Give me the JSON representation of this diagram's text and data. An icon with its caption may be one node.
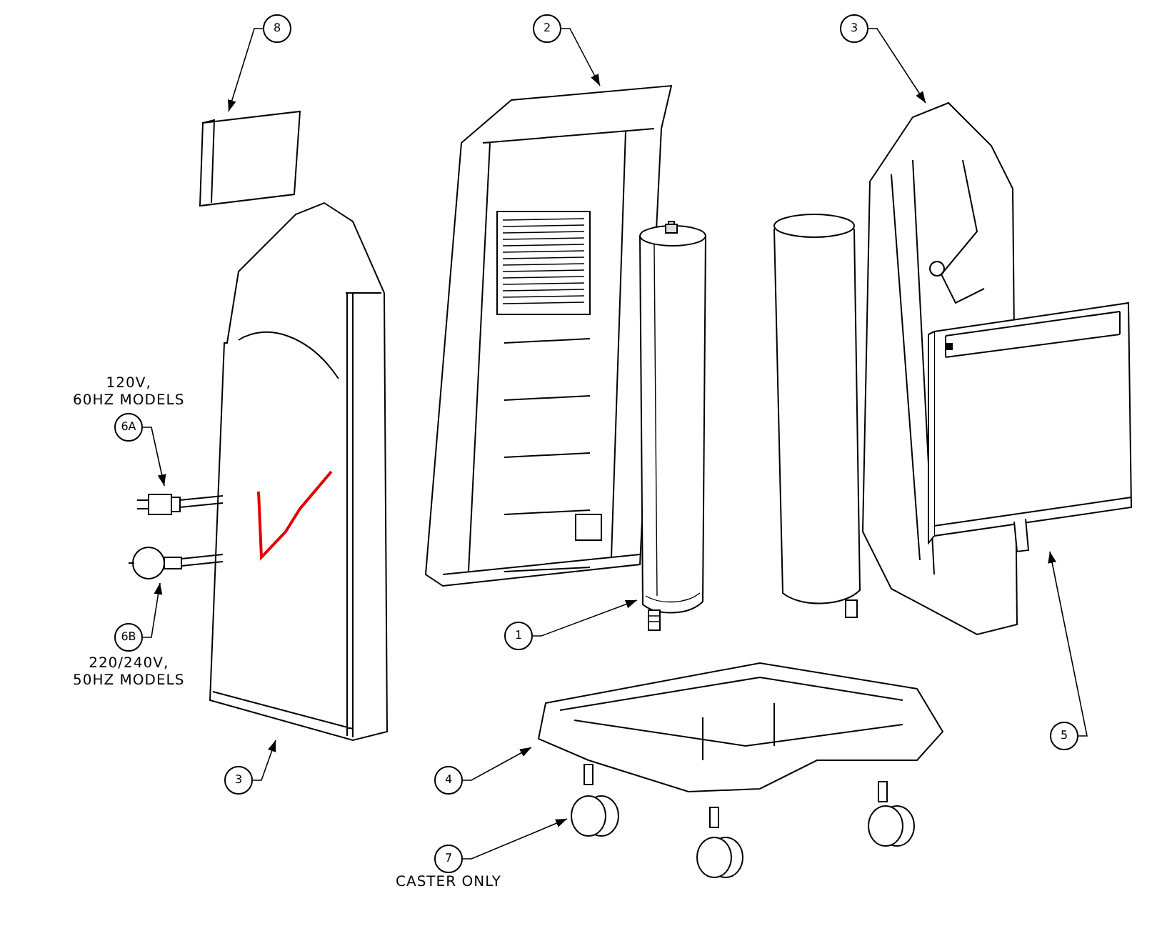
{
  "diagram": {
    "nodes": [
      {
        "text": [
          "8"
        ]
      },
      {
        "text": [
          "2"
        ]
      },
      {
        "text": [
          "3"
        ]
      },
      {
        "text": [
          "6A"
        ],
        "beside": [
          "120V, 60HZ MODELS"
        ]
      },
      {
        "text": [
          "6B"
        ],
        "beside": [
          "220/240V, 50HZ MODELS"
        ]
      },
      {
        "text": [
          "3"
        ]
      },
      {
        "text": [
          "1"
        ]
      },
      {
        "text": [
          "4"
        ]
      },
      {
        "text": [
          "7"
        ],
        "beside": [
          "CASTER ONLY"
        ]
      },
      {
        "text": [
          "5"
        ]
      },
      {
        "text": [],
        "shape": "picture"
      },
      {
        "text": [],
        "shape": "picture"
      },
      {
        "text": [],
        "shape": "picture"
      },
      {
        "text": [],
        "shape": "picture"
      },
      {
        "text": [],
        "shape": "picture"
      },
      {
        "text": [],
        "shape": "picture"
      },
      {
        "text": [],
        "shape": "picture"
      },
      {
        "text": [],
        "shape": "picture"
      },
      {
        "text": [],
        "shape": "picture"
      },
      {
        "text": [],
        "shape": "picture"
      }
    ],
    "edges": [
      {
        "from": 0,
        "to": 10,
        "arrow": "to"
      },
      {
        "from": 1,
        "to": 11,
        "arrow": "to"
      },
      {
        "from": 2,
        "to": 12,
        "arrow": "to"
      },
      {
        "from": 3,
        "to": 14,
        "arrow": "to"
      },
      {
        "from": 4,
        "to": 15,
        "arrow": "to"
      },
      {
        "from": 5,
        "to": 13,
        "arrow": "to"
      },
      {
        "from": 6,
        "to": 16,
        "arrow": "to"
      },
      {
        "from": 7,
        "to": 17,
        "arrow": "to"
      },
      {
        "from": 8,
        "to": 18,
        "arrow": "to"
      },
      {
        "from": 9,
        "to": 19,
        "arrow": "to"
      }
    ]
  }
}
